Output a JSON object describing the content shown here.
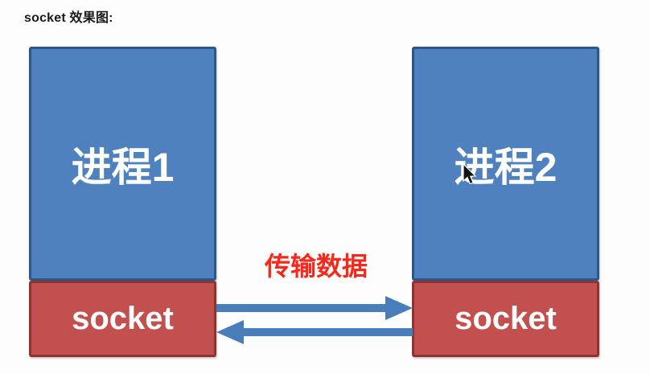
{
  "title": "socket 效果图:",
  "diagram": {
    "process1": {
      "label": "进程1",
      "socket_label": "socket"
    },
    "process2": {
      "label": "进程2",
      "socket_label": "socket"
    },
    "arrow_label": "传输数据",
    "icons": {
      "arrows": "bidirectional-data-flow-arrows",
      "cursor": "mouse-cursor-icon"
    },
    "colors": {
      "process_fill": "#4e81bd",
      "process_border": "#2c5789",
      "socket_fill": "#c1504e",
      "socket_border": "#8f3330",
      "arrow": "#4a7ebb",
      "label_red": "#f5281c"
    }
  }
}
